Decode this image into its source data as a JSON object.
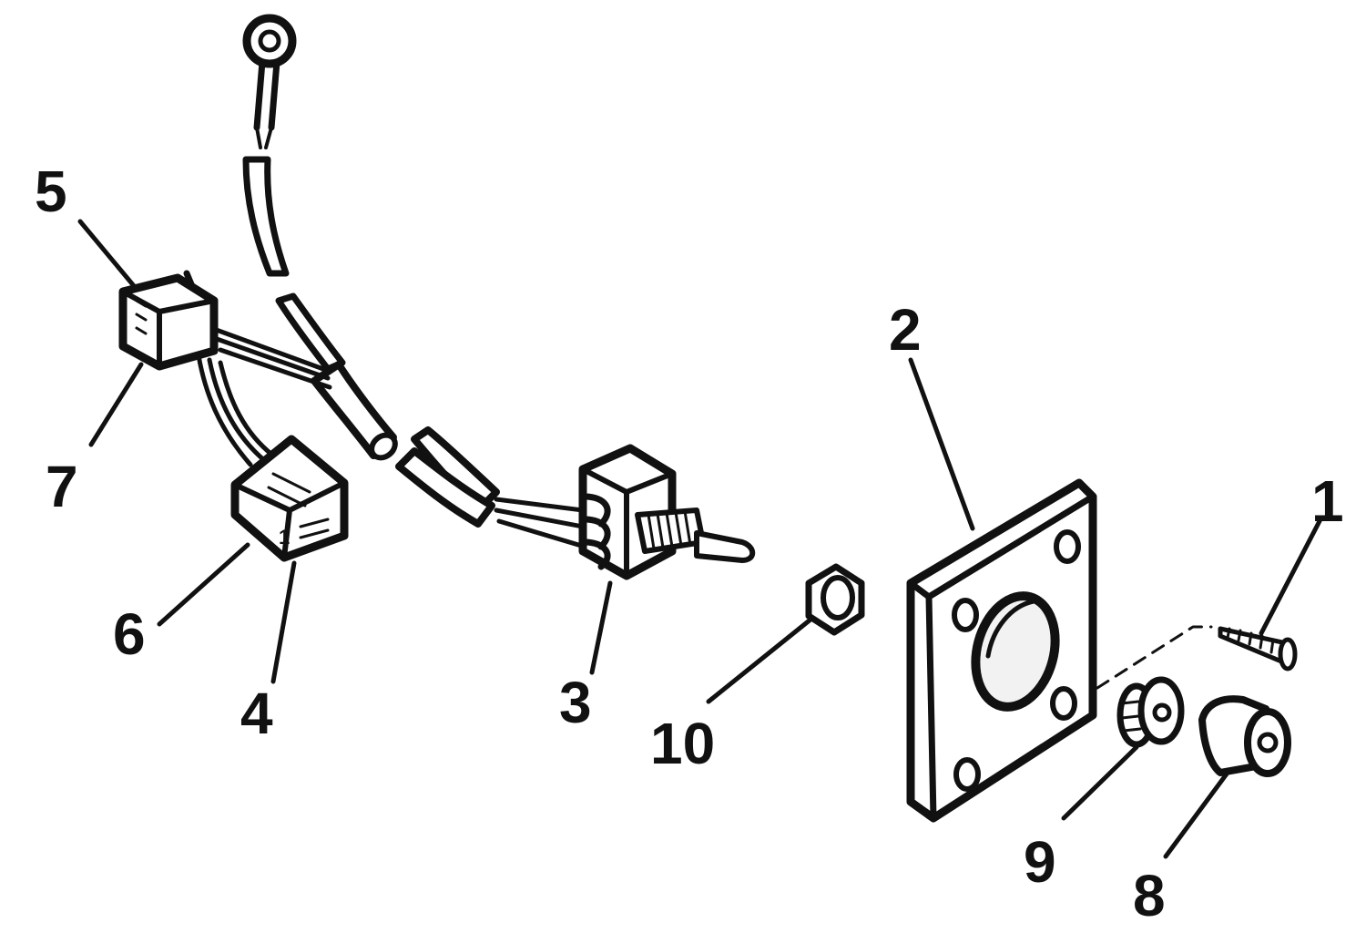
{
  "diagram": {
    "callouts": [
      {
        "id": "1",
        "text": "1"
      },
      {
        "id": "2",
        "text": "2"
      },
      {
        "id": "3",
        "text": "3"
      },
      {
        "id": "4",
        "text": "4"
      },
      {
        "id": "5",
        "text": "5"
      },
      {
        "id": "6",
        "text": "6"
      },
      {
        "id": "7",
        "text": "7"
      },
      {
        "id": "8",
        "text": "8"
      },
      {
        "id": "9",
        "text": "9"
      },
      {
        "id": "10",
        "text": "10"
      }
    ],
    "connector_marking": "1",
    "colors": {
      "ink": "#111111",
      "paper": "#ffffff"
    }
  }
}
